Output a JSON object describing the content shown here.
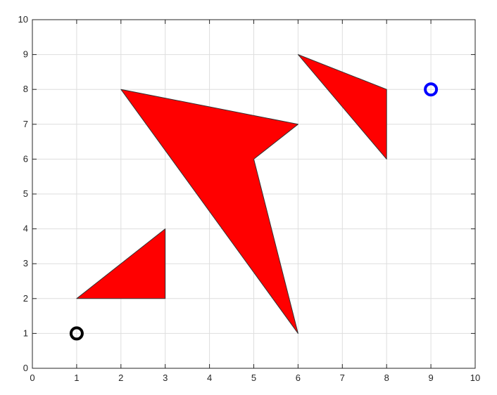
{
  "chart_data": {
    "type": "scatter",
    "title": "",
    "xlabel": "",
    "ylabel": "",
    "xlim": [
      0,
      10
    ],
    "ylim": [
      0,
      10
    ],
    "xticks": [
      0,
      1,
      2,
      3,
      4,
      5,
      6,
      7,
      8,
      9,
      10
    ],
    "yticks": [
      0,
      1,
      2,
      3,
      4,
      5,
      6,
      7,
      8,
      9,
      10
    ],
    "grid": true,
    "box": true,
    "obstacles": [
      {
        "fill": "#ff0000",
        "vertices": [
          [
            1,
            2
          ],
          [
            3,
            4
          ],
          [
            3,
            2
          ]
        ]
      },
      {
        "fill": "#ff0000",
        "vertices": [
          [
            2,
            8
          ],
          [
            6,
            7
          ],
          [
            5,
            6
          ],
          [
            6,
            1
          ]
        ]
      },
      {
        "fill": "#ff0000",
        "vertices": [
          [
            6,
            9
          ],
          [
            8,
            8
          ],
          [
            8,
            6
          ]
        ]
      }
    ],
    "markers": [
      {
        "x": 1,
        "y": 1,
        "color": "#000000",
        "shape": "circle-open"
      },
      {
        "x": 9,
        "y": 8,
        "color": "#0000ff",
        "shape": "circle-open"
      }
    ]
  }
}
